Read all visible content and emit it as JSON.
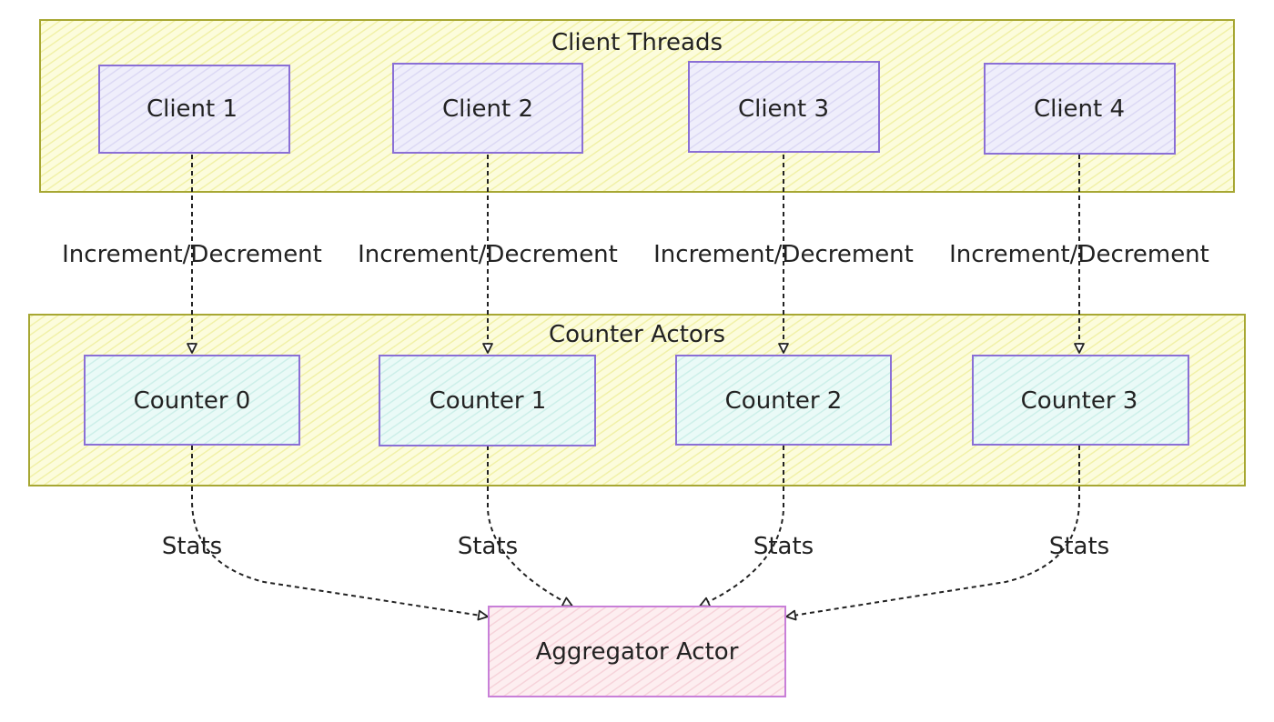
{
  "groups": {
    "clients": {
      "title": "Client Threads"
    },
    "counters": {
      "title": "Counter Actors"
    }
  },
  "clients": [
    {
      "label": "Client 1"
    },
    {
      "label": "Client 2"
    },
    {
      "label": "Client 3"
    },
    {
      "label": "Client 4"
    }
  ],
  "counters": [
    {
      "label": "Counter 0"
    },
    {
      "label": "Counter 1"
    },
    {
      "label": "Counter 2"
    },
    {
      "label": "Counter 3"
    }
  ],
  "aggregator": {
    "label": "Aggregator Actor"
  },
  "edges": {
    "client_to_counter": [
      {
        "label": "Increment/Decrement"
      },
      {
        "label": "Increment/Decrement"
      },
      {
        "label": "Increment/Decrement"
      },
      {
        "label": "Increment/Decrement"
      }
    ],
    "counter_to_aggregator": [
      {
        "label": "Stats"
      },
      {
        "label": "Stats"
      },
      {
        "label": "Stats"
      },
      {
        "label": "Stats"
      }
    ]
  },
  "colors": {
    "group_fill": "#fbfbd8",
    "group_border": "#a7a733",
    "client_fill": "#ecebfb",
    "counter_fill": "#e6f8f6",
    "aggregator_fill": "#fbe6ea",
    "node_border": "#8a6fd6",
    "edge": "#222222"
  }
}
